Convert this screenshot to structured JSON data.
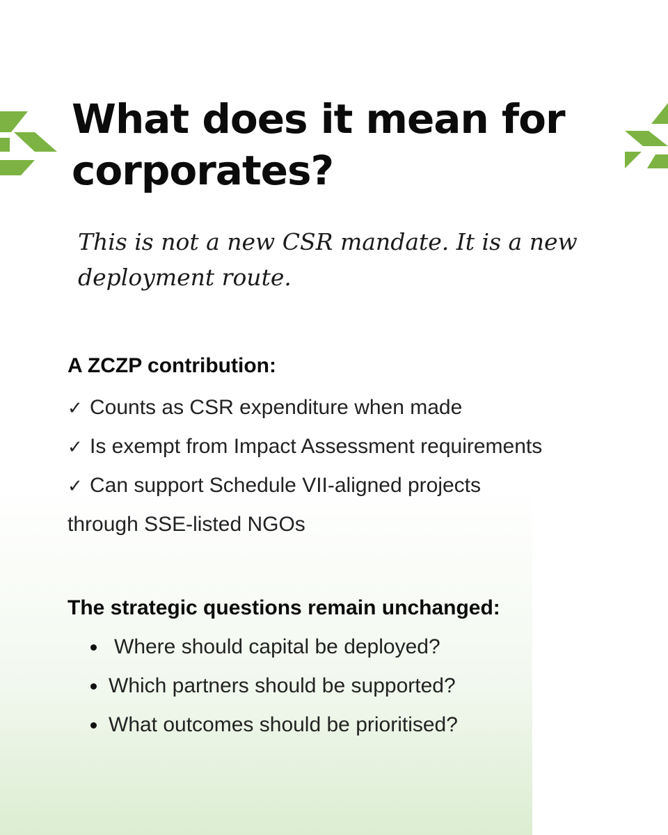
{
  "title": "What does it mean for corporates?",
  "subtitle": "This is not a new CSR mandate. It is a new deployment route.",
  "contribution": {
    "heading": "A ZCZP contribution:",
    "items": [
      "Counts as CSR expenditure when made",
      "Is exempt from Impact Assessment requirements",
      "Can support Schedule VII-aligned projects through SSE-listed NGOs"
    ],
    "check_glyph": "✓"
  },
  "strategic": {
    "heading": "The strategic questions remain unchanged:",
    "items": [
      "Where should capital be deployed?",
      "Which partners should be supported?",
      "What outcomes should be prioritised?"
    ]
  },
  "colors": {
    "accent_green": "#7cb342",
    "text": "#111111"
  },
  "icons": {
    "logo_left": "green-chevron-logo-icon",
    "logo_right": "green-chevron-logo-icon"
  }
}
